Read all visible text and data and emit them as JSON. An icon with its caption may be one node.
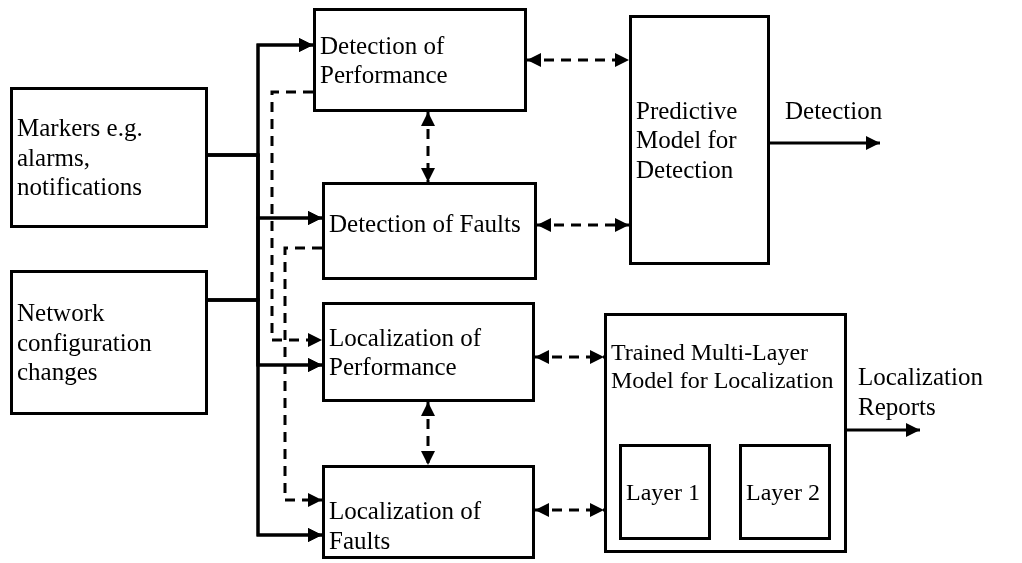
{
  "diagram": {
    "nodes": [
      {
        "text": [
          "Markers e.g. alarms, notifications"
        ]
      },
      {
        "text": [
          "Network configuration changes"
        ]
      },
      {
        "text": [
          "Detection of Performance"
        ]
      },
      {
        "text": [
          "Detection of Faults"
        ]
      },
      {
        "text": [
          "Localization of Performance"
        ]
      },
      {
        "text": [
          "Localization of Faults"
        ]
      },
      {
        "text": [
          "Predictive Model for Detection"
        ]
      },
      {
        "text": [
          "Trained Multi-Layer Model for Localization"
        ]
      },
      {
        "text": [
          "Layer 1"
        ],
        "in": 7
      },
      {
        "text": [
          "Layer 2"
        ],
        "in": 7
      }
    ],
    "edges": [
      {
        "from": 0,
        "to": 2,
        "arrow": "to"
      },
      {
        "from": 0,
        "to": 3,
        "arrow": "to"
      },
      {
        "from": 0,
        "to": 4,
        "arrow": "to"
      },
      {
        "from": 0,
        "to": 5,
        "arrow": "to"
      },
      {
        "from": 1,
        "to": 2,
        "arrow": "to"
      },
      {
        "from": 1,
        "to": 3,
        "arrow": "to"
      },
      {
        "from": 1,
        "to": 4,
        "arrow": "to"
      },
      {
        "from": 1,
        "to": 5,
        "arrow": "to"
      },
      {
        "from": 2,
        "to": 4,
        "arrow": "to",
        "style": "dashed"
      },
      {
        "from": 3,
        "to": 5,
        "arrow": "to",
        "style": "dashed"
      },
      {
        "from": 2,
        "to": 3,
        "arrow": "both",
        "style": "dashed"
      },
      {
        "from": 4,
        "to": 5,
        "arrow": "both",
        "style": "dashed"
      },
      {
        "from": 2,
        "to": 6,
        "arrow": "both",
        "style": "dashed"
      },
      {
        "from": 3,
        "to": 6,
        "arrow": "both",
        "style": "dashed"
      },
      {
        "from": 4,
        "to": 7,
        "arrow": "both",
        "style": "dashed"
      },
      {
        "from": 5,
        "to": 7,
        "arrow": "both",
        "style": "dashed"
      },
      {
        "from": 6,
        "to": null,
        "arrow": "to",
        "label": "Detection"
      },
      {
        "from": 7,
        "to": null,
        "arrow": "to",
        "label": "Localization Reports"
      }
    ]
  }
}
